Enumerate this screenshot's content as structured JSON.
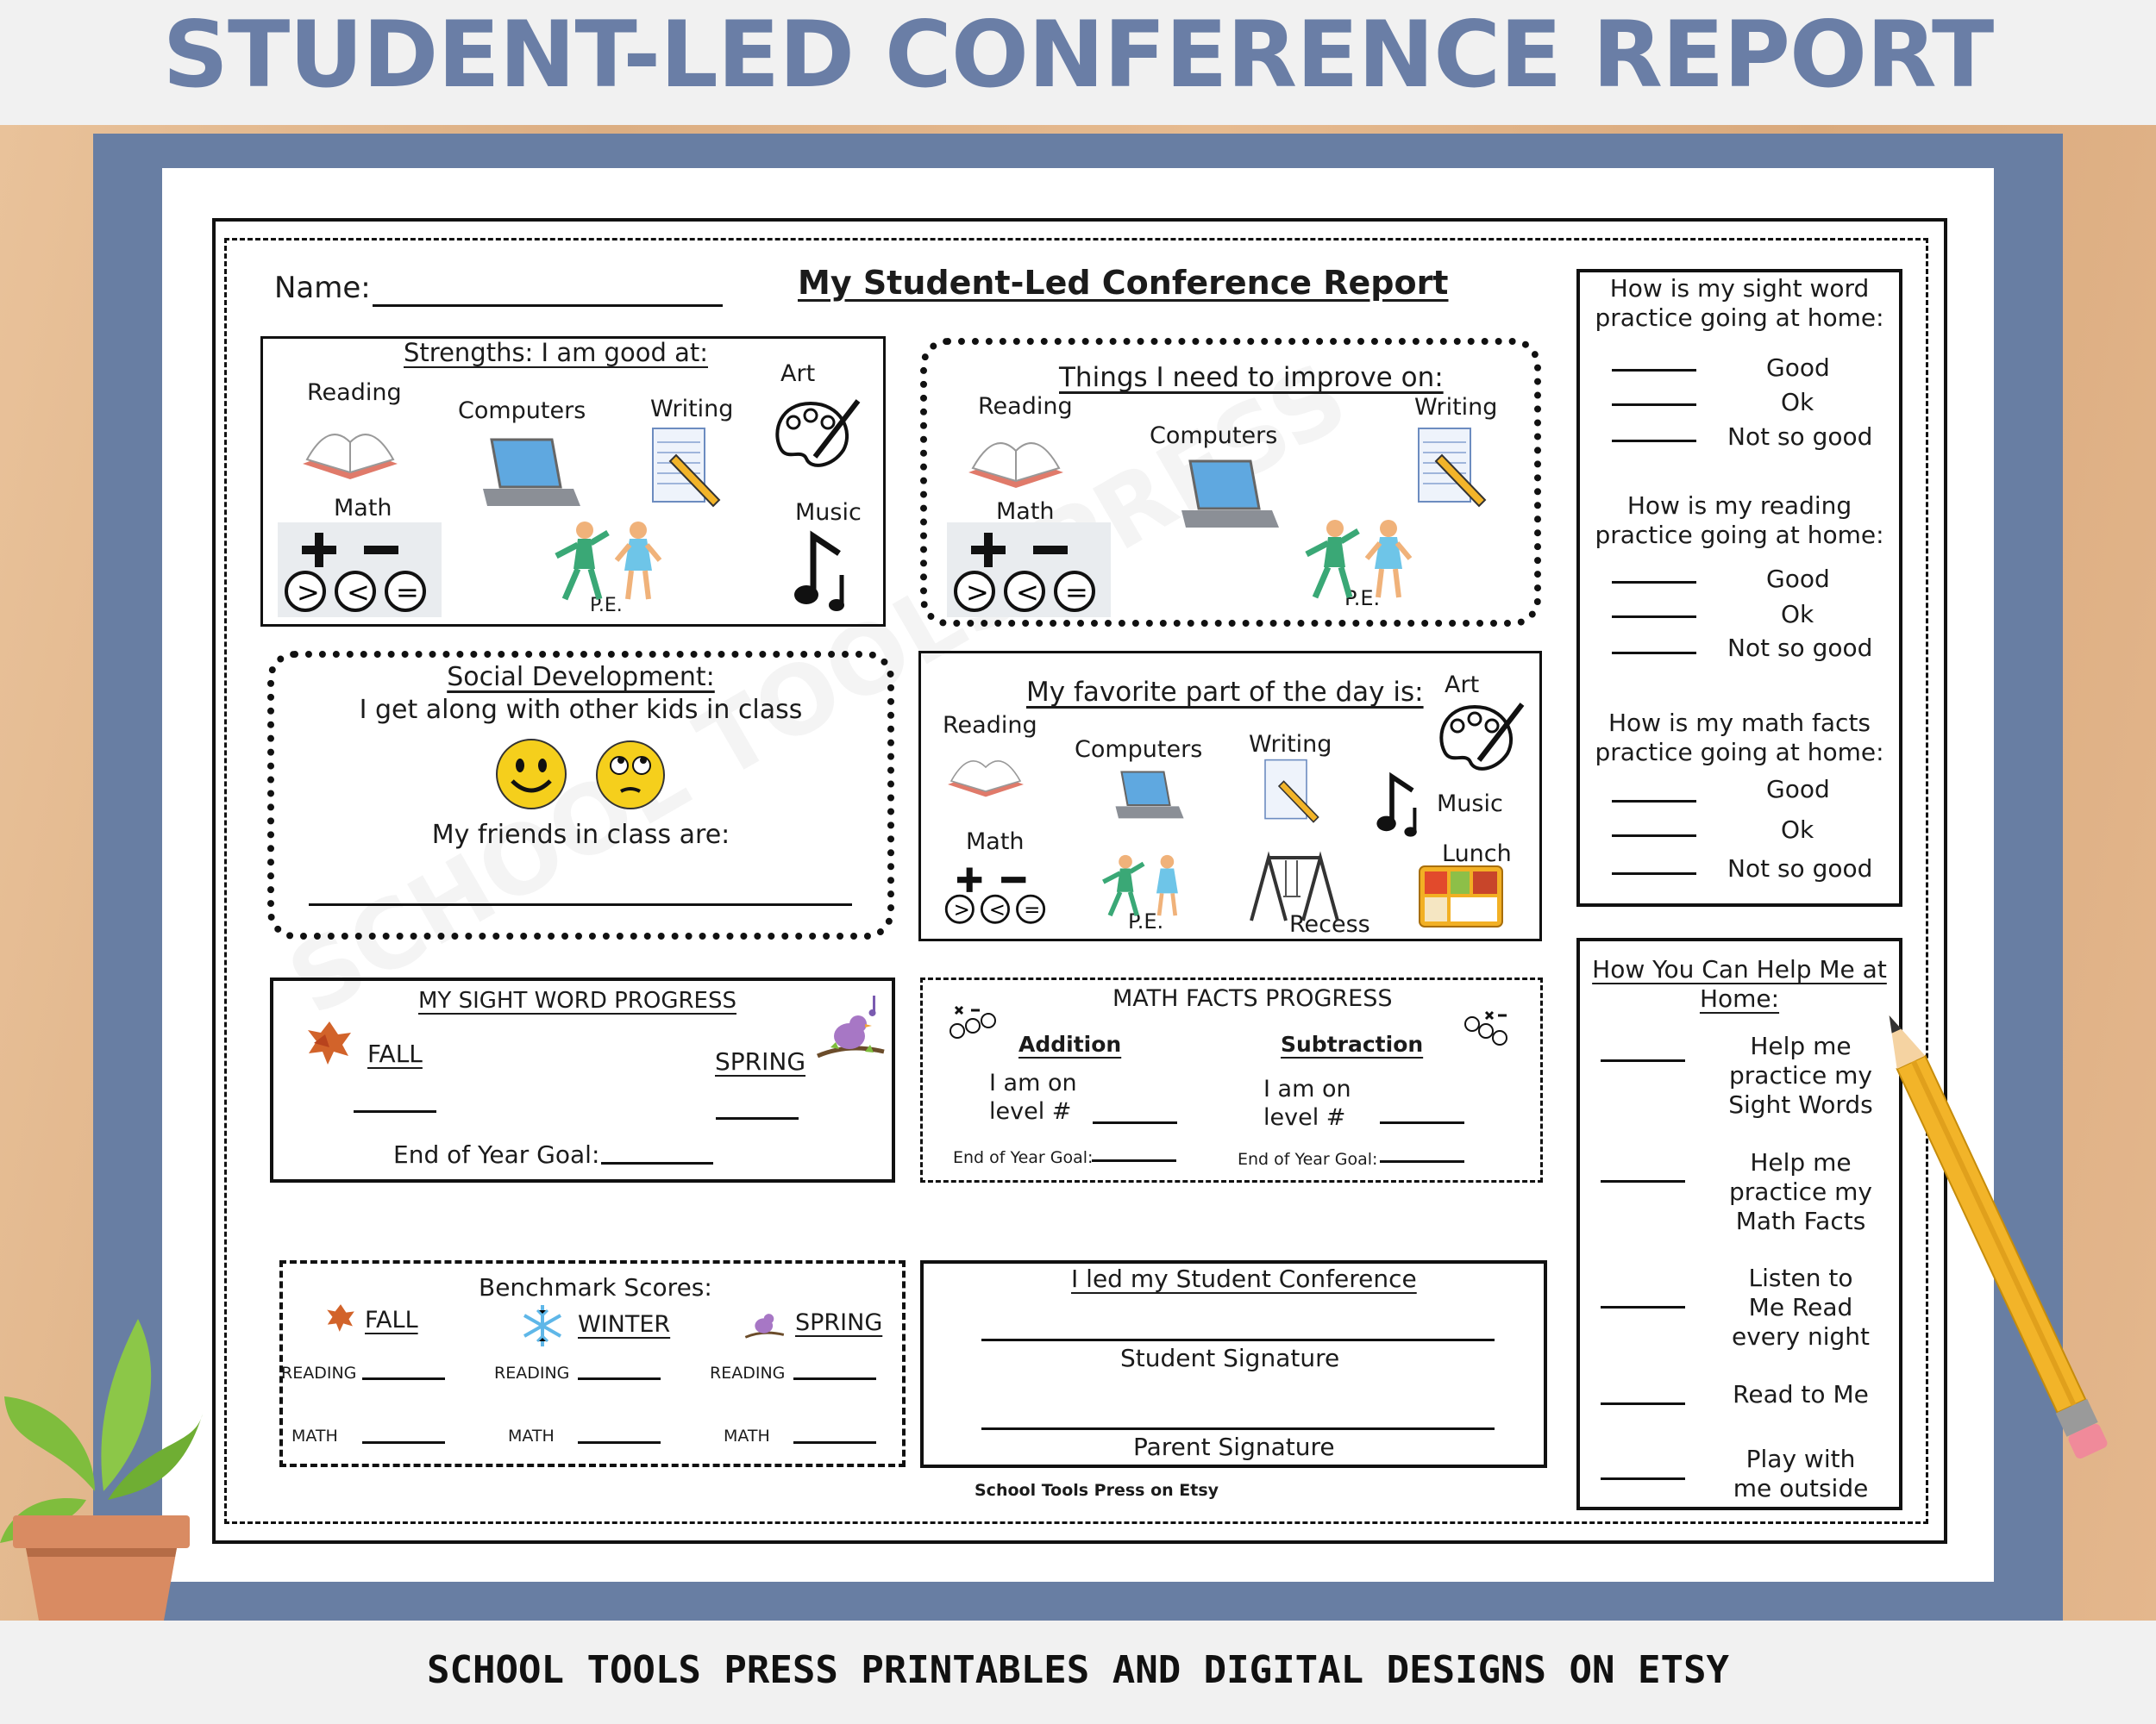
{
  "banner": {
    "title": "STUDENT-LED CONFERENCE REPORT PRINTABLE"
  },
  "footer": {
    "text": "SCHOOL TOOLS PRESS PRINTABLES AND DIGITAL DESIGNS ON ETSY"
  },
  "colors": {
    "banner_text": "#6a7ea6",
    "frame": "#687ea3",
    "wood": "#e2b58a",
    "pot": "#d98b62",
    "leaf": "#7fbd3d",
    "pencil": "#f2b429"
  },
  "watermark": "SCHOOL TOOLS PRESS",
  "sheet": {
    "name_label": "Name:",
    "title": "My Student-Led Conference Report",
    "strengths": {
      "title": "Strengths:  I am good at:",
      "labels": {
        "reading": "Reading",
        "computers": "Computers",
        "writing": "Writing",
        "art": "Art",
        "math": "Math",
        "music": "Music",
        "pe": "P.E."
      }
    },
    "improve": {
      "title": "Things I need to improve on:",
      "labels": {
        "reading": "Reading",
        "computers": "Computers",
        "writing": "Writing",
        "math": "Math",
        "pe": "P.E."
      }
    },
    "social": {
      "title": "Social Development:",
      "line1": "I get along with other kids in class",
      "line2": "My friends in class are:"
    },
    "favorite": {
      "title": "My favorite part of the day is:",
      "labels": {
        "art": "Art",
        "reading": "Reading",
        "computers": "Computers",
        "writing": "Writing",
        "music": "Music",
        "math": "Math",
        "lunch": "Lunch",
        "pe": "P.E.",
        "recess": "Recess"
      }
    },
    "sight_word_progress": {
      "title": "MY SIGHT WORD PROGRESS",
      "fall": "FALL",
      "spring": "SPRING",
      "goal": "End of Year Goal:"
    },
    "math_facts_progress": {
      "title": "MATH  FACTS  PROGRESS",
      "addition": "Addition",
      "subtraction": "Subtraction",
      "level_line1": "I am on",
      "level_line2": "level #",
      "goal": "End of Year Goal:"
    },
    "benchmark": {
      "title": "Benchmark Scores:",
      "fall": "FALL",
      "winter": "WINTER",
      "spring": "SPRING",
      "reading": "READING",
      "math": "MATH"
    },
    "signatures": {
      "title": "I led my Student Conference",
      "student": "Student Signature",
      "parent": "Parent Signature"
    },
    "credit": "School Tools Press on  Etsy",
    "home_practice": {
      "sight_title_1": "How is my sight word",
      "sight_title_2": "practice going at home:",
      "reading_title_1": "How is my reading",
      "reading_title_2": "practice going at home:",
      "math_title_1": "How is my math facts",
      "math_title_2": "practice going at home:",
      "good": "Good",
      "ok": "Ok",
      "not_so_good": "Not so good"
    },
    "help": {
      "title_1": "How You Can Help Me at",
      "title_2": "Home:",
      "item1": [
        "Help me",
        "practice my",
        "Sight Words"
      ],
      "item2": [
        "Help me",
        "practice my",
        "Math Facts"
      ],
      "item3": [
        "Listen to",
        "Me Read",
        "every night"
      ],
      "item4": [
        "Read to Me"
      ],
      "item5": [
        "Play with",
        "me outside"
      ]
    }
  }
}
